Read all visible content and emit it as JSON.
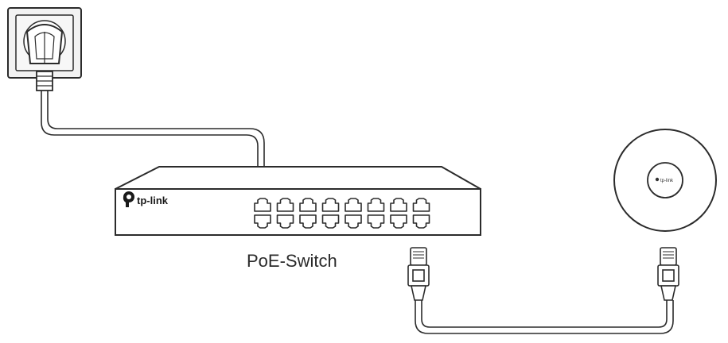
{
  "diagram": {
    "switch_label": "PoE-Switch",
    "switch_brand": "tp-link",
    "ap_brand": "tp-link",
    "switch_port_count": 16,
    "icons": {
      "outlet": "wall-outlet-icon",
      "plug": "power-plug-icon",
      "switch": "network-switch-icon",
      "access_point": "ceiling-access-point-icon",
      "connector": "rj45-connector-icon"
    },
    "colors": {
      "line": "#2b2b2b",
      "fill": "#ffffff",
      "outlet_fill": "#f2f2f2"
    }
  }
}
